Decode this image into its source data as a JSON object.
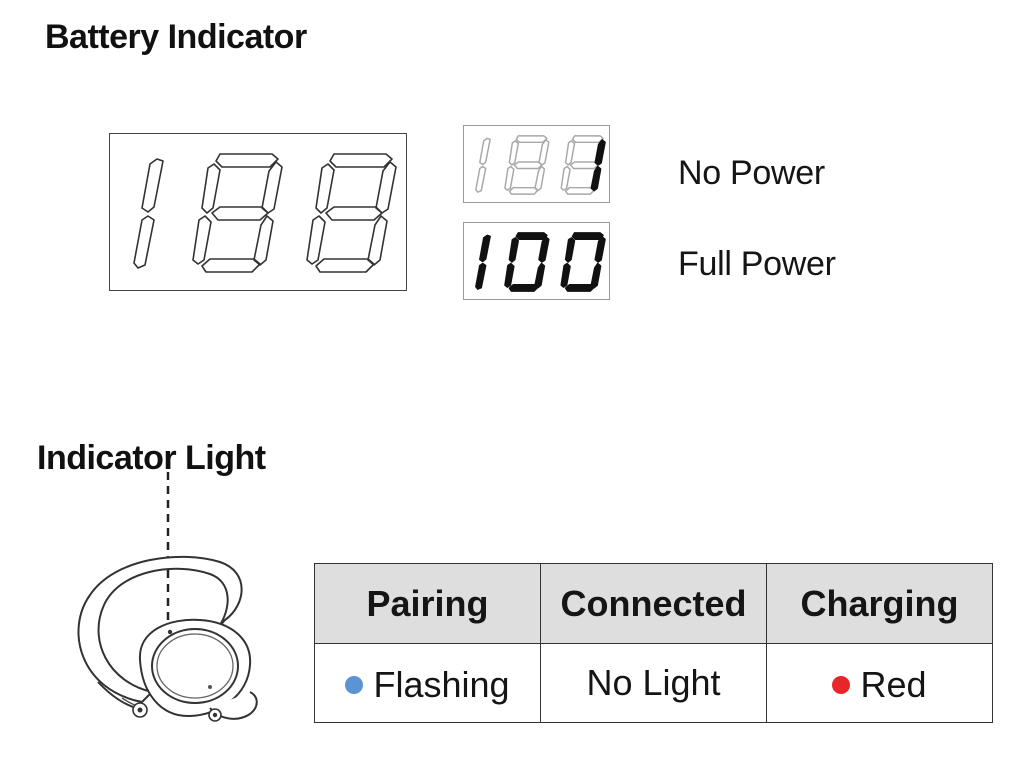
{
  "battery_indicator": {
    "title": "Battery Indicator",
    "legend": [
      {
        "label": "No Power",
        "active_digits": "1"
      },
      {
        "label": "Full Power",
        "active_digits": "100"
      }
    ]
  },
  "indicator_light": {
    "title": "Indicator Light",
    "table": {
      "headers": [
        "Pairing",
        "Connected",
        "Charging"
      ],
      "cells": [
        {
          "text": "Flashing",
          "dot_color": "#5b93d3"
        },
        {
          "text": "No Light",
          "dot_color": null
        },
        {
          "text": "Red",
          "dot_color": "#e8262a"
        }
      ]
    }
  }
}
